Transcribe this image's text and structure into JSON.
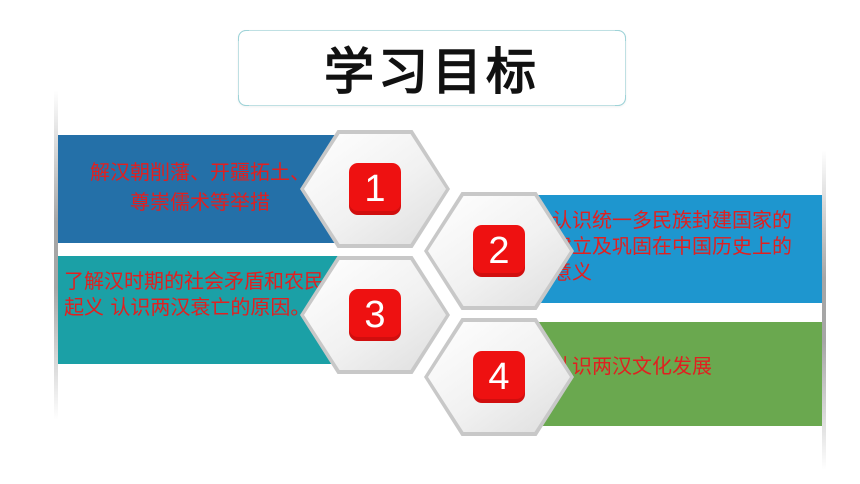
{
  "title": "学习目标",
  "goals": [
    {
      "number": "1",
      "text": "解汉朝削藩、开疆拓土、尊崇儒术等举措",
      "color": "#2470a8"
    },
    {
      "number": "2",
      "text": "认识统一多民族封建国家的建立及巩固在中国历史上的意义",
      "color": "#1e96cf"
    },
    {
      "number": "3",
      "text": "了解汉时期的社会矛盾和农民起义 认识两汉衰亡的原因。",
      "color": "#1ba0a6"
    },
    {
      "number": "4",
      "text": "认识两汉文化发展",
      "color": "#6aa84f"
    }
  ],
  "colors": {
    "text": "#e02020",
    "badge": "#ee1111"
  }
}
